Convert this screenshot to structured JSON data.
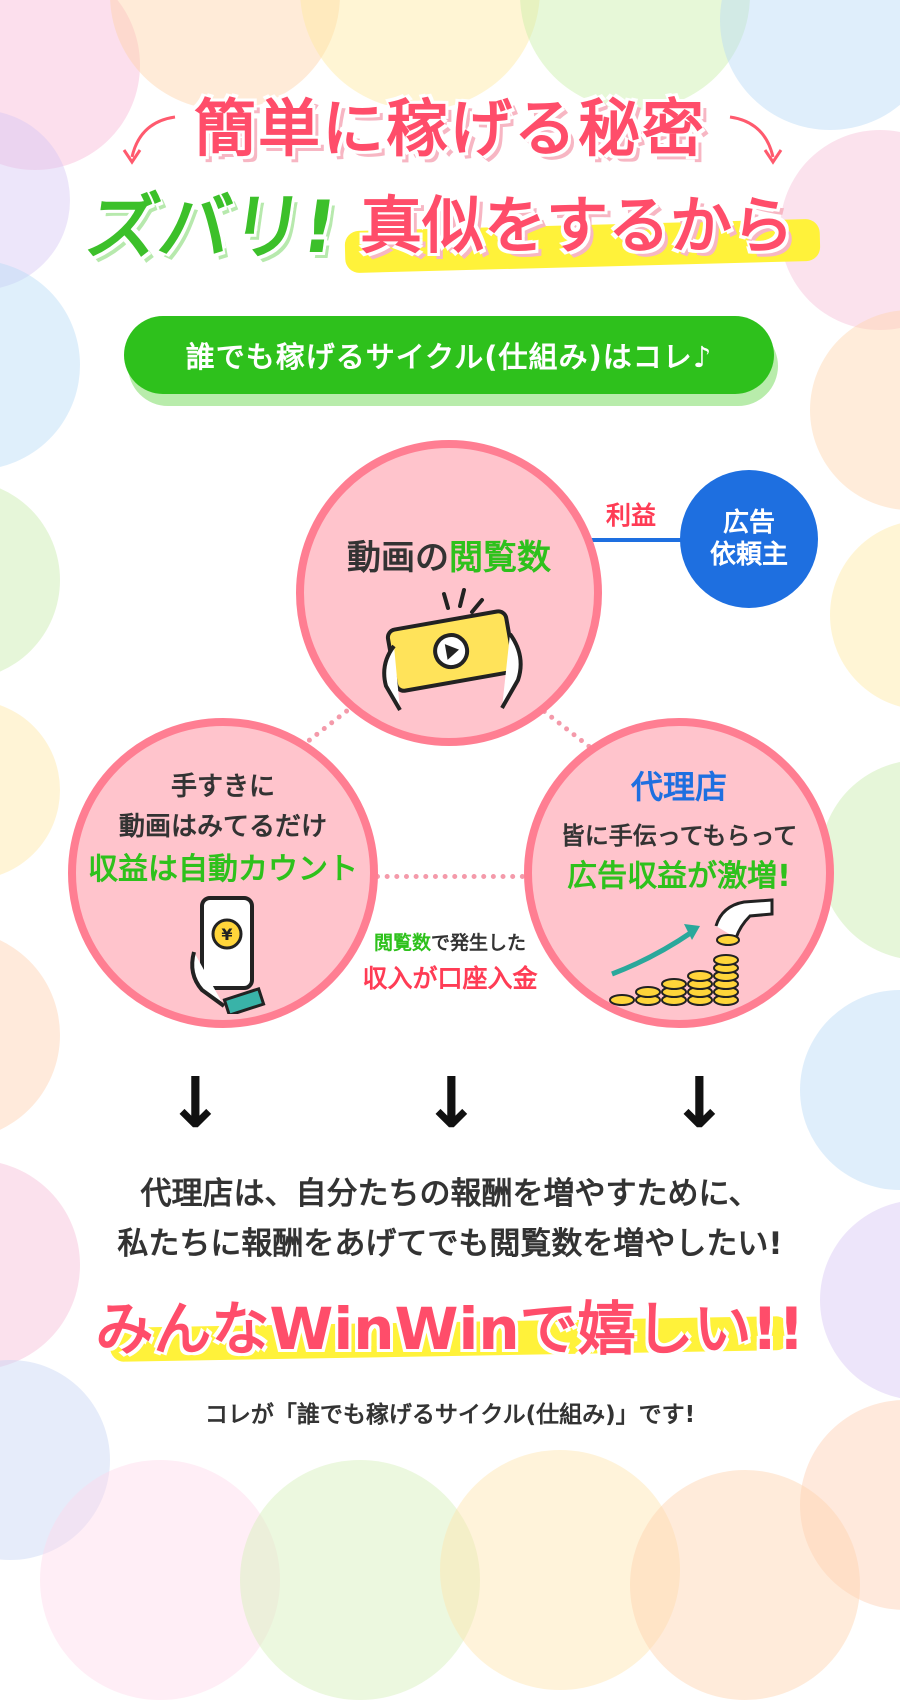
{
  "headline": {
    "line1": "簡単に稼げる秘密",
    "line2_green": "ズバリ!",
    "line2_pink": "真似をするから"
  },
  "pill_label": "誰でも稼げるサイクル(仕組み)はコレ♪",
  "top_circle": {
    "title_dark": "動画の",
    "title_green": "閲覧数"
  },
  "profit_label": "利益",
  "advertiser": {
    "line1": "広告",
    "line2": "依頼主"
  },
  "left_circle": {
    "line1": "手すきに",
    "line2": "動画はみてるだけ",
    "line3": "収益は自動カウント"
  },
  "right_circle": {
    "title": "代理店",
    "line1": "皆に手伝ってもらって",
    "line2": "広告収益が激増!"
  },
  "middle": {
    "green": "閲覧数",
    "dark": "で発生した",
    "pink": "収入が口座入金"
  },
  "coin_symbol": "¥",
  "arrow_glyph": "↓",
  "body": {
    "line1": "代理店は、自分たちの報酬を増やすために、",
    "line2": "私たちに報酬をあげてでも閲覧数を増やしたい!"
  },
  "winwin": "みんなWinWinで嬉しい!!",
  "closing": "コレが「誰でも稼げるサイクル(仕組み)」です!",
  "colors": {
    "pink": "#ff4d6a",
    "green": "#2ec11c",
    "blue": "#1e6fe0",
    "circle_fill": "#ffc4cc",
    "circle_border": "#ff7e92",
    "highlight_yellow": "#fff23a"
  }
}
